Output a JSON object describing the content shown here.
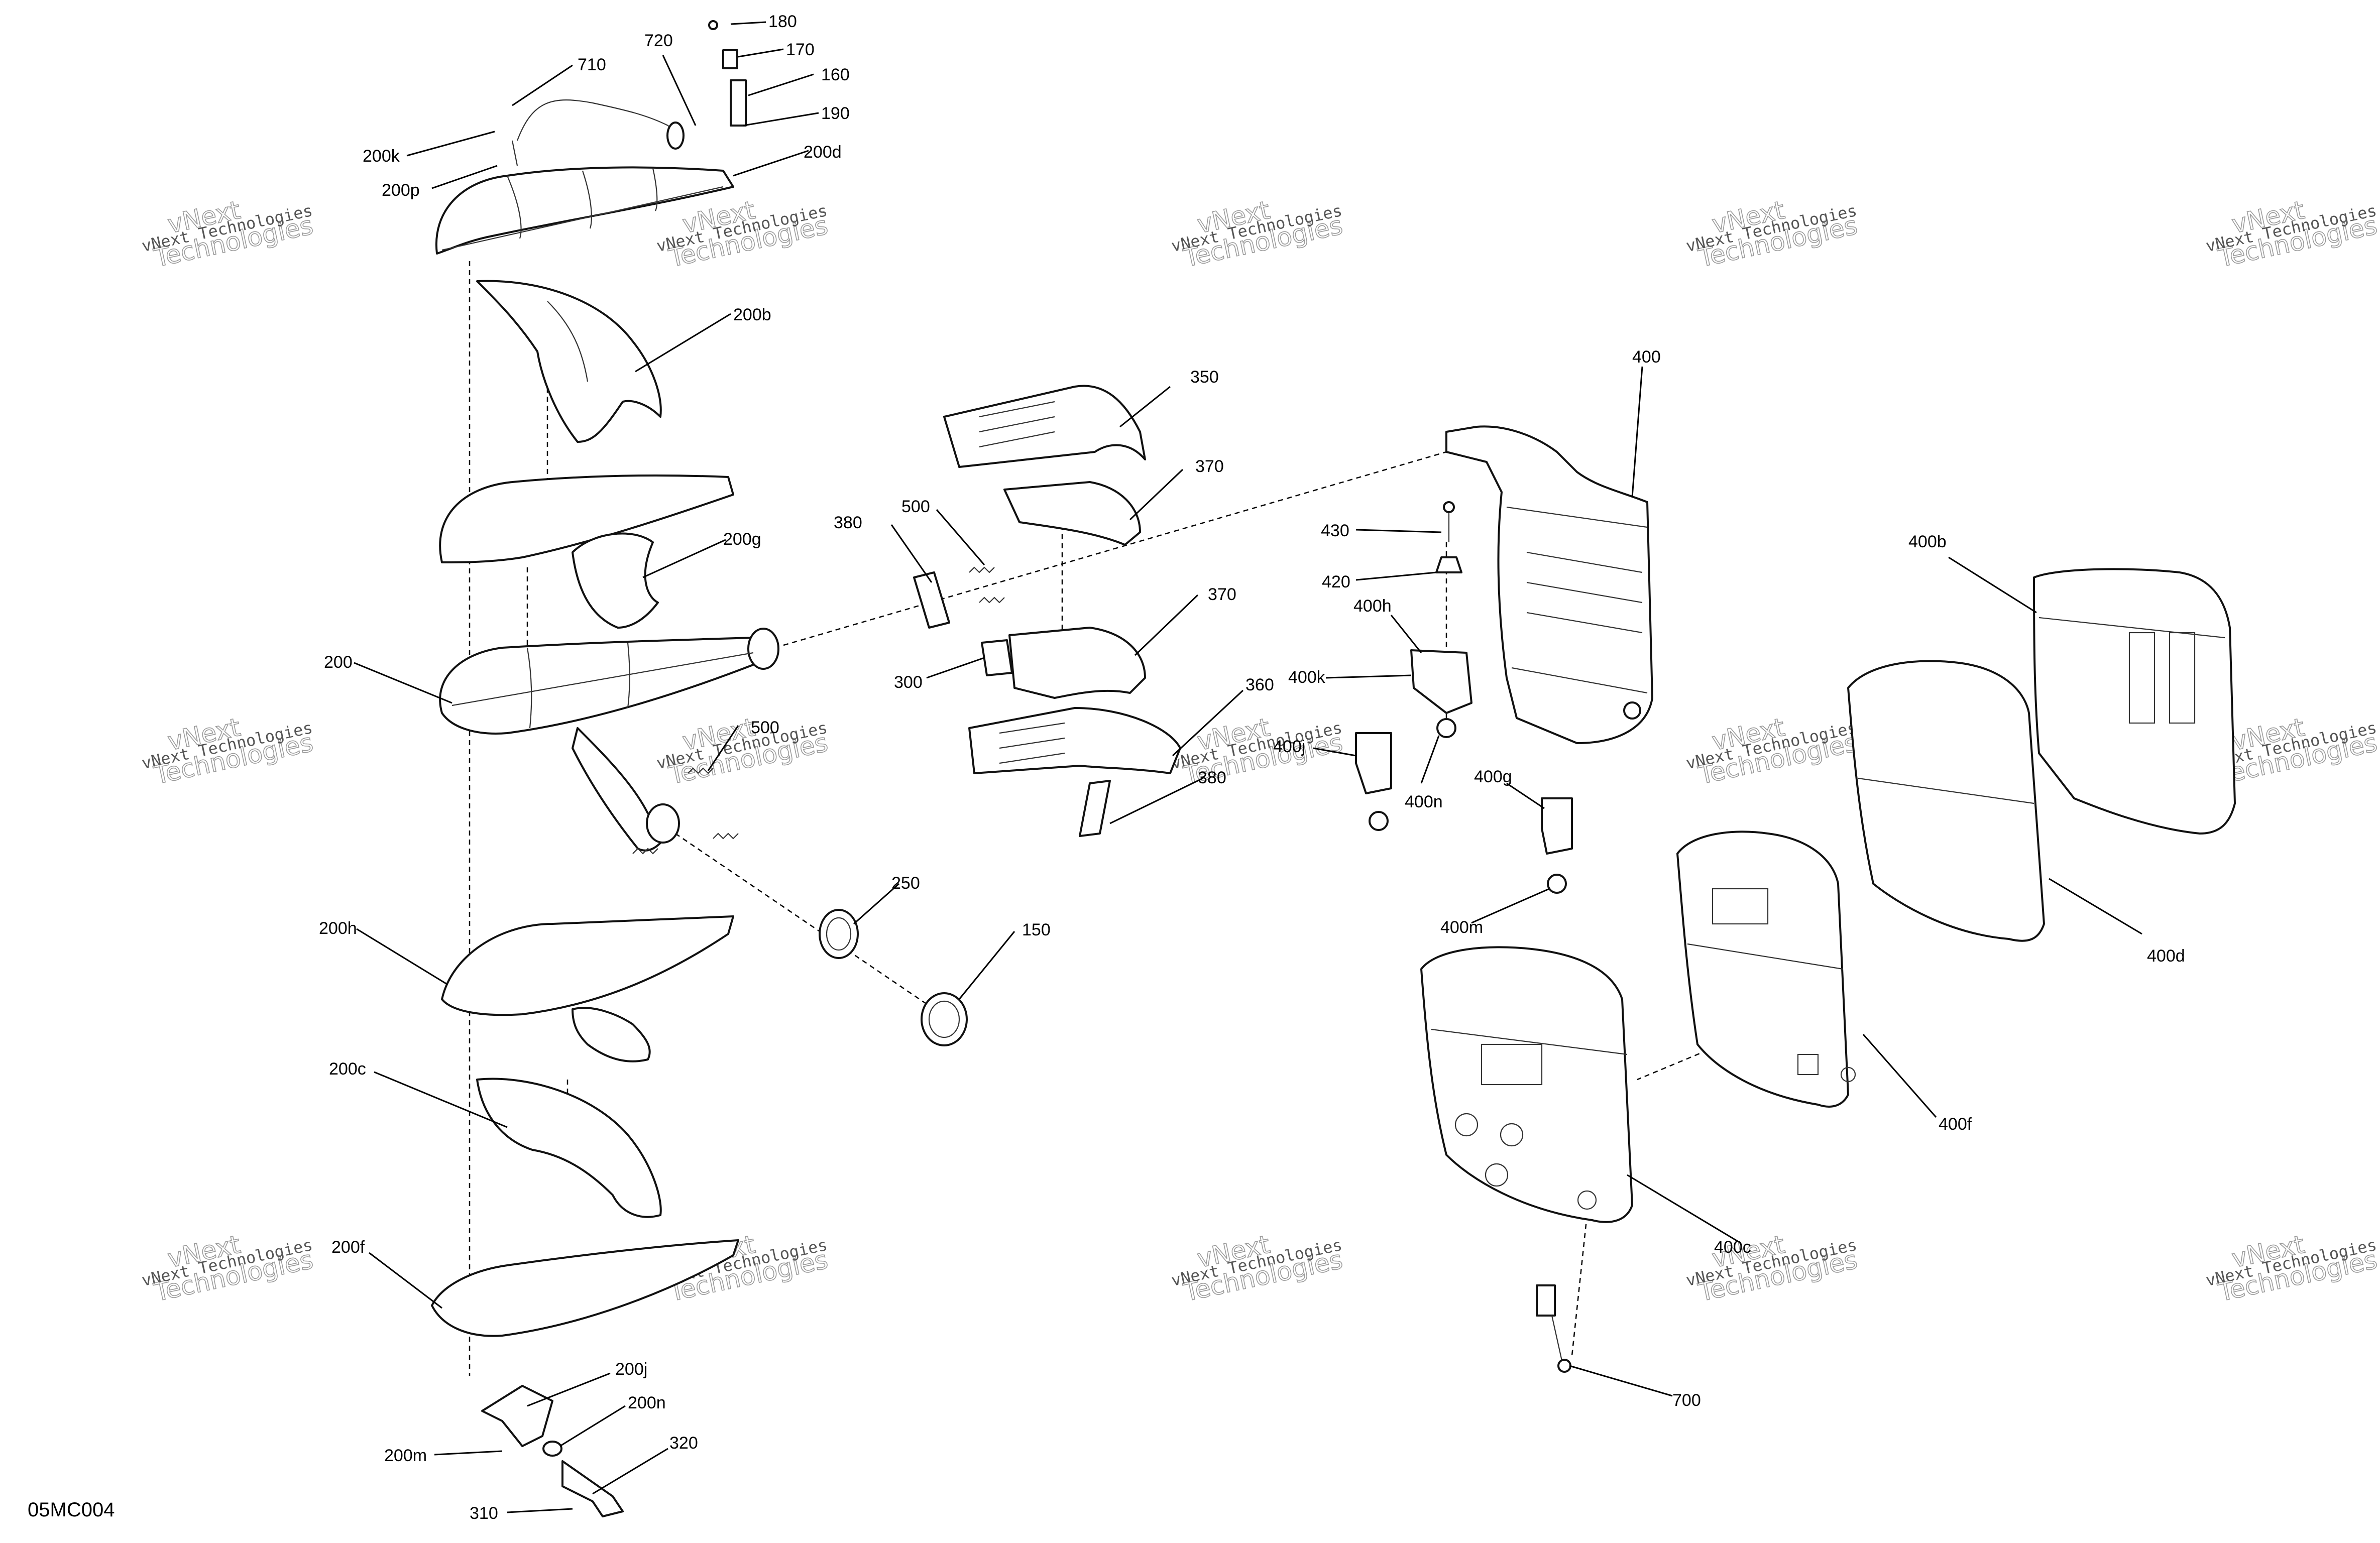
{
  "figure_id": "05MC004",
  "watermark": {
    "line1": "vNext Technologies",
    "line2a": "vNext",
    "line2b": "Technologies"
  },
  "callouts": {
    "c180": "180",
    "c170": "170",
    "c160": "160",
    "c190": "190",
    "c720": "720",
    "c710": "710",
    "c200k": "200k",
    "c200p": "200p",
    "c200d": "200d",
    "c200b": "200b",
    "c200g": "200g",
    "c200": "200",
    "c500a": "500",
    "c500b": "500",
    "c250": "250",
    "c150": "150",
    "c200h": "200h",
    "c200c": "200c",
    "c200f": "200f",
    "c200j": "200j",
    "c200n": "200n",
    "c200m": "200m",
    "c320": "320",
    "c310": "310",
    "c350": "350",
    "c370a": "370",
    "c370b": "370",
    "c380a": "380",
    "c380b": "380",
    "c300": "300",
    "c360": "360",
    "c400": "400",
    "c430": "430",
    "c420": "420",
    "c400h": "400h",
    "c400k": "400k",
    "c400j": "400j",
    "c400n": "400n",
    "c400g": "400g",
    "c400m": "400m",
    "c400b": "400b",
    "c400d": "400d",
    "c400f": "400f",
    "c400c": "400c",
    "c700": "700"
  }
}
